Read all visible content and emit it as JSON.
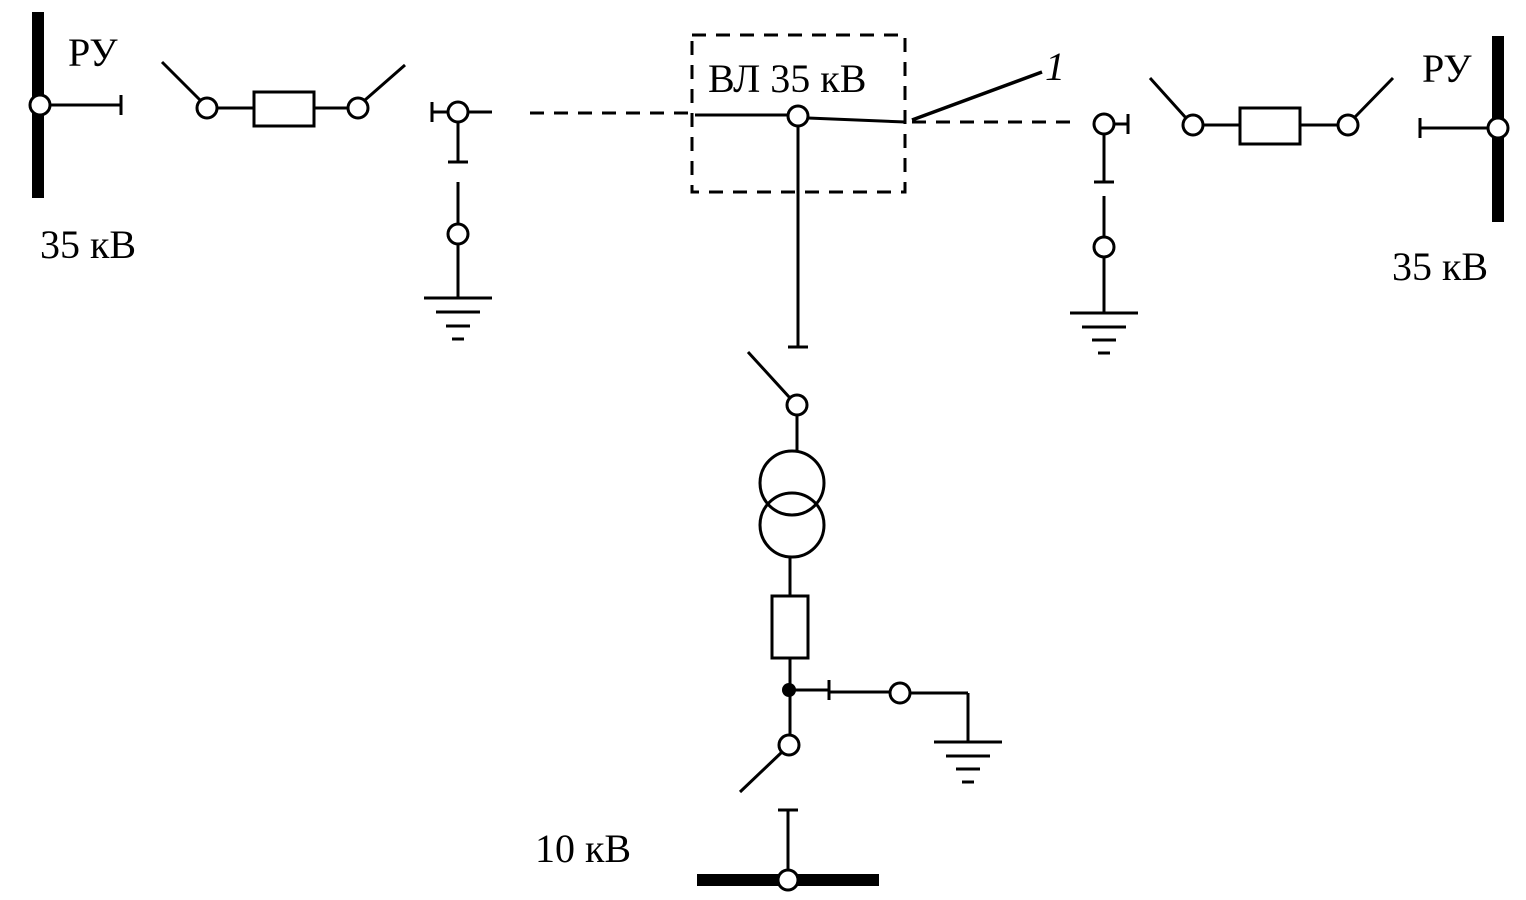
{
  "labels": {
    "left_switchgear": "РУ",
    "left_voltage": "35 кВ",
    "right_switchgear": "РУ",
    "right_voltage": "35 кВ",
    "line_label": "ВЛ 35 кВ",
    "callout_number": "1",
    "lower_voltage": "10 кВ"
  }
}
